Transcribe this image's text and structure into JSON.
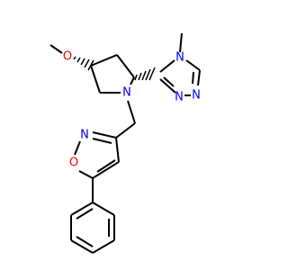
{
  "molecule": {
    "atoms": [
      {
        "id": "O_methoxy",
        "symbol": "O",
        "color": "#ff0000"
      },
      {
        "id": "N_pyrrolidine",
        "symbol": "N",
        "color": "#0000ff"
      },
      {
        "id": "N_triazole_4",
        "symbol": "N",
        "color": "#0000ff"
      },
      {
        "id": "N_triazole_1",
        "symbol": "N",
        "color": "#0000ff"
      },
      {
        "id": "N_triazole_2",
        "symbol": "N",
        "color": "#0000ff"
      },
      {
        "id": "N_isoxazole",
        "symbol": "N",
        "color": "#0000ff"
      },
      {
        "id": "O_isoxazole",
        "symbol": "O",
        "color": "#ff0000"
      }
    ],
    "colors": {
      "bond": "#000000",
      "N": "#0000ff",
      "O": "#ff0000",
      "background": "#ffffff"
    }
  }
}
